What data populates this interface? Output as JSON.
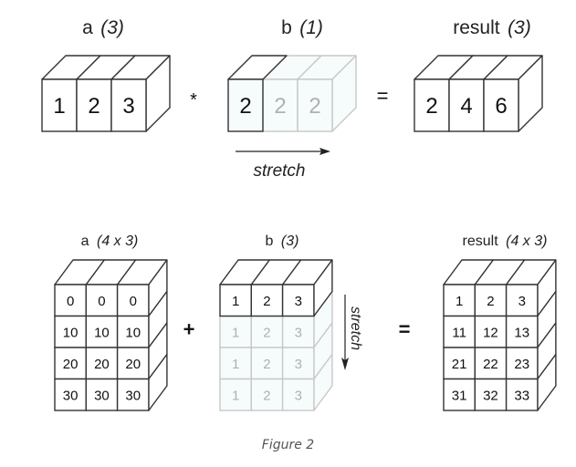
{
  "figure": {
    "caption": "Figure 2",
    "top_row": {
      "a": {
        "name": "a",
        "shape": "(3)",
        "values": [
          [
            "1",
            "2",
            "3"
          ]
        ]
      },
      "operator": "*",
      "b": {
        "name": "b",
        "shape": "(1)",
        "values": [
          [
            "2",
            "2",
            "2"
          ]
        ],
        "stretched_from": 1
      },
      "stretch_label": "stretch",
      "stretch_direction": "right",
      "equals": "=",
      "result": {
        "name": "result",
        "shape": "(3)",
        "values": [
          [
            "2",
            "4",
            "6"
          ]
        ]
      }
    },
    "bottom_row": {
      "a": {
        "name": "a",
        "shape": "(4 x 3)",
        "values": [
          [
            "0",
            "0",
            "0"
          ],
          [
            "10",
            "10",
            "10"
          ],
          [
            "20",
            "20",
            "20"
          ],
          [
            "30",
            "30",
            "30"
          ]
        ]
      },
      "operator": "+",
      "b": {
        "name": "b",
        "shape": "(3)",
        "values": [
          [
            "1",
            "2",
            "3"
          ],
          [
            "1",
            "2",
            "3"
          ],
          [
            "1",
            "2",
            "3"
          ],
          [
            "1",
            "2",
            "3"
          ]
        ],
        "stretched_from": 1
      },
      "stretch_label": "stretch",
      "stretch_direction": "down",
      "equals": "=",
      "result": {
        "name": "result",
        "shape": "(4 x 3)",
        "values": [
          [
            "1",
            "2",
            "3"
          ],
          [
            "11",
            "12",
            "13"
          ],
          [
            "21",
            "22",
            "23"
          ],
          [
            "31",
            "32",
            "33"
          ]
        ]
      }
    },
    "colors": {
      "stroke": "#333333",
      "text": "#111111",
      "faded_stroke": "#c8c8c8",
      "faded_text": "#b0b0b0",
      "faded_fill": "#f6fbfb",
      "caption": "#555555"
    }
  }
}
